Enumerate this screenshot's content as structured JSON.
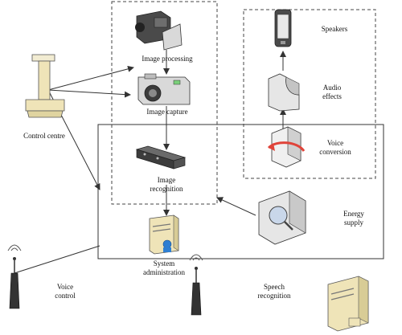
{
  "labels": {
    "image_processing": "Image processing",
    "image_capture": "Image capture",
    "image_recognition": "Image\nrecognition",
    "control_centre": "Control centre",
    "speakers": "Speakers",
    "audio_effects": "Audio\neffects",
    "voice_conversion": "Voice\nconversion",
    "energy_supply": "Energy\nsupply",
    "system_administration": "System\nadministration",
    "voice_control": "Voice\ncontrol",
    "speech_recognition": "Speech\nrecognition"
  },
  "colors": {
    "line": "#333333",
    "dashed": "#444444",
    "device_dark": "#4a4a4a",
    "device_light": "#d9d9d9",
    "server_beige": "#efe4b8",
    "rotate_arrow": "#e0443a",
    "magnifier": "#c9d7ea",
    "phone_screen": "#e8e8e8"
  }
}
